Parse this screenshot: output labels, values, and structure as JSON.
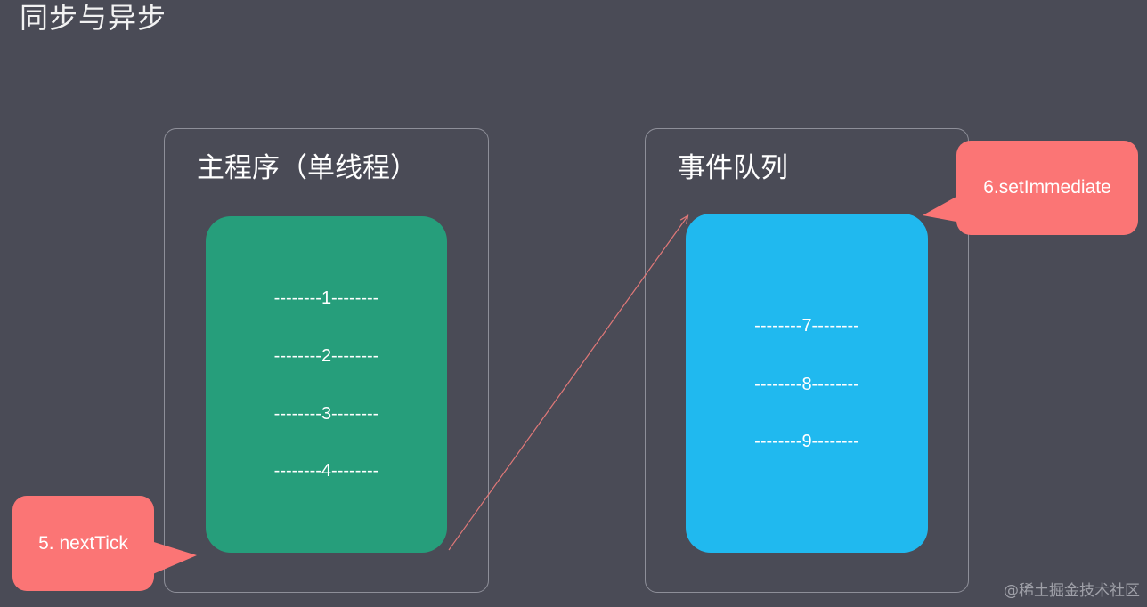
{
  "title": "同步与异步",
  "main_panel": {
    "title": "主程序（单线程）",
    "items": [
      "--------1--------",
      "--------2--------",
      "--------3--------",
      "--------4--------"
    ]
  },
  "queue_panel": {
    "title": "事件队列",
    "items": [
      "--------7--------",
      "--------8--------",
      "--------9--------"
    ]
  },
  "callouts": {
    "next_tick": "5. nextTick",
    "set_immediate": "6.setImmediate"
  },
  "colors": {
    "background": "#4a4b56",
    "main_card": "#269e7b",
    "queue_card": "#20b9ef",
    "callout": "#fb7575",
    "arrow": "#e07878"
  },
  "watermark": "@稀土掘金技术社区"
}
